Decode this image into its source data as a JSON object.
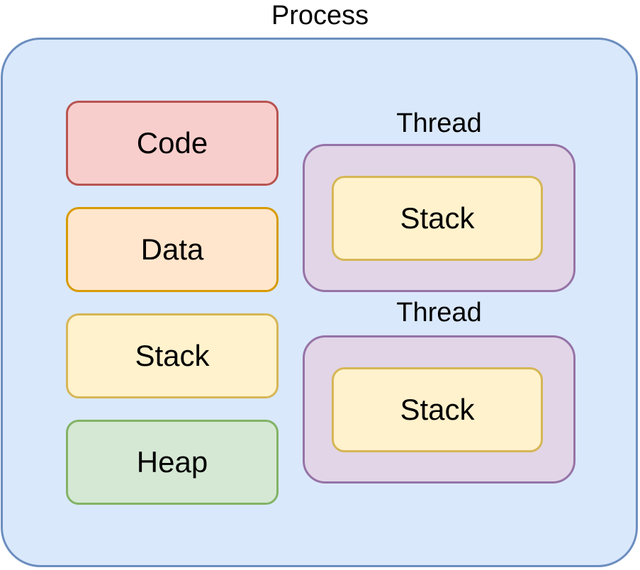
{
  "diagram": {
    "title": "Process",
    "text_color": "#000000",
    "background": "#ffffff",
    "process": {
      "fill": "#dae8fc",
      "stroke": "#6c8ebf"
    },
    "memory_blocks": [
      {
        "label": "Code",
        "fill": "#f8cecc",
        "stroke": "#b85450"
      },
      {
        "label": "Data",
        "fill": "#ffe6cc",
        "stroke": "#d79b00"
      },
      {
        "label": "Stack",
        "fill": "#fff2cc",
        "stroke": "#d6b656"
      },
      {
        "label": "Heap",
        "fill": "#d5e8d4",
        "stroke": "#82b366"
      }
    ],
    "threads": [
      {
        "label": "Thread",
        "fill": "#e1d5e7",
        "stroke": "#9673a6",
        "stack": {
          "label": "Stack",
          "fill": "#fff2cc",
          "stroke": "#d6b656"
        }
      },
      {
        "label": "Thread",
        "fill": "#e1d5e7",
        "stroke": "#9673a6",
        "stack": {
          "label": "Stack",
          "fill": "#fff2cc",
          "stroke": "#d6b656"
        }
      }
    ]
  }
}
